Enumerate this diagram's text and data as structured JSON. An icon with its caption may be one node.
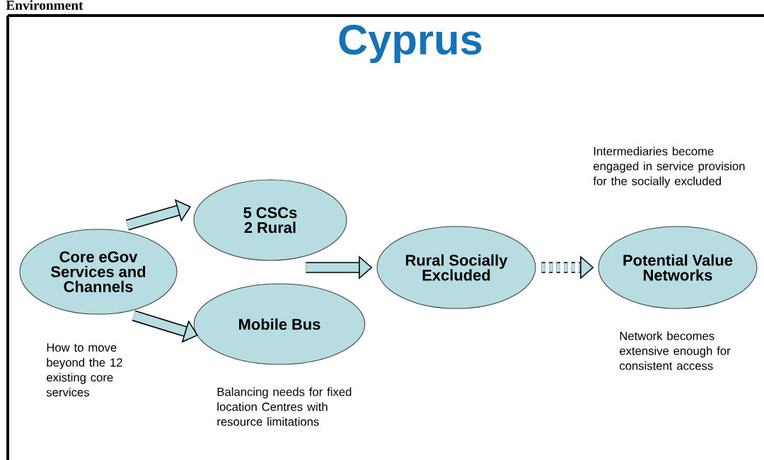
{
  "diagram": {
    "title": "Cyprus",
    "nodes": [
      {
        "text": [
          "Core eGov Services and Channels"
        ],
        "beside": [
          "How to move beyond the 12 existing core services"
        ]
      },
      {
        "text": [
          "5 CSCs 2 Rural"
        ]
      },
      {
        "text": [
          "Mobile Bus"
        ],
        "beside": [
          "Balancing needs for fixed location Centres with resource limitations"
        ]
      },
      {
        "text": [
          "Rural Socially Excluded"
        ]
      },
      {
        "text": [
          "Potential Value Networks"
        ],
        "beside": [
          "Intermediaries become engaged in service provision for the socially excluded",
          "Network becomes extensive enough for consistent access"
        ]
      }
    ],
    "edges": [
      {
        "from": 0,
        "to": 1,
        "arrow": "to"
      },
      {
        "from": 0,
        "to": 2,
        "arrow": "to"
      },
      {
        "from": null,
        "to": 3,
        "arrow": "to"
      },
      {
        "from": 3,
        "to": 4,
        "arrow": "to",
        "style": "dashed"
      }
    ],
    "labels": [
      "Environment"
    ]
  }
}
